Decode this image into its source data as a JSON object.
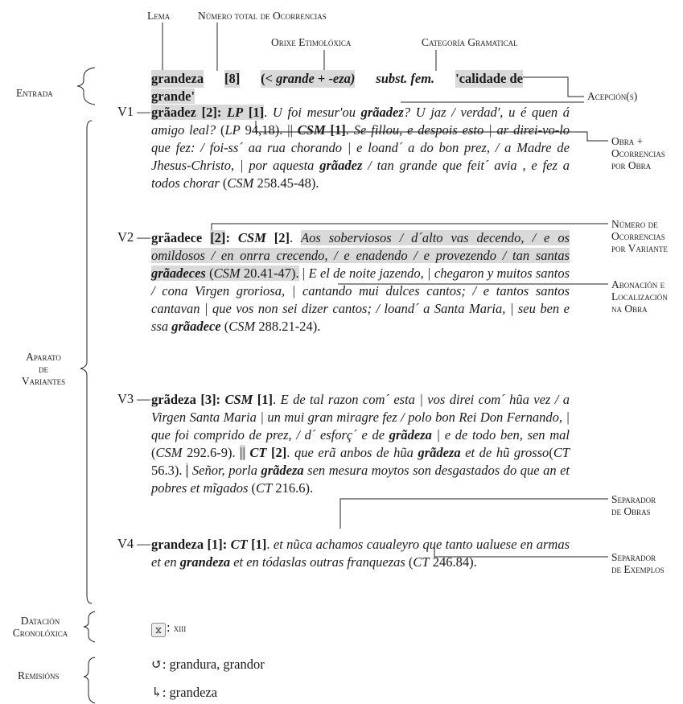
{
  "top_labels": {
    "lema": "Lema",
    "numero_total": "Número total de Ocorrencias",
    "orixe": "Orixe Etimolóxica",
    "categoria": "Categoría Gramatical"
  },
  "right_labels": {
    "acepcion": "Acepción(s)",
    "obra_ocorrencias": [
      "Obra +",
      "Ocorrencias",
      "por Obra"
    ],
    "numero_variante": [
      "Número de",
      "Ocorrencias",
      "por Variante"
    ],
    "abonacion": [
      "Abonación e",
      "Localización",
      "na Obra"
    ],
    "separador_obras": [
      "Separador",
      "de Obras"
    ],
    "separador_exemplos": [
      "Separador",
      "de Exemplos"
    ]
  },
  "left_labels": {
    "entrada": "Entrada",
    "aparato": [
      "Aparato",
      "de",
      "Variantes"
    ],
    "datacion": [
      "Datación",
      "Cronolóxica"
    ],
    "remisions": "Remisións"
  },
  "entry": {
    "lemma": "grandeza",
    "count": "[8]",
    "etym_open": "(<",
    "etym_word": "grande",
    "etym_plus": "+",
    "etym_suffix": "-eza)",
    "category": "subst. fem.",
    "meaning_line1": "'calidade de",
    "meaning_line2": "grande'"
  },
  "variants": [
    {
      "label": "V1 —"
    },
    {
      "label": "V2 —"
    },
    {
      "label": "V3 —"
    },
    {
      "label": "V4 —"
    }
  ],
  "dating": {
    "icon": "clock-icon",
    "value": "xiii"
  },
  "remissions": [
    {
      "icon": "circular-arrow-icon",
      "text": ": grandura, grandor"
    },
    {
      "icon": "return-arrow-icon",
      "text": ": grandeza"
    }
  ]
}
